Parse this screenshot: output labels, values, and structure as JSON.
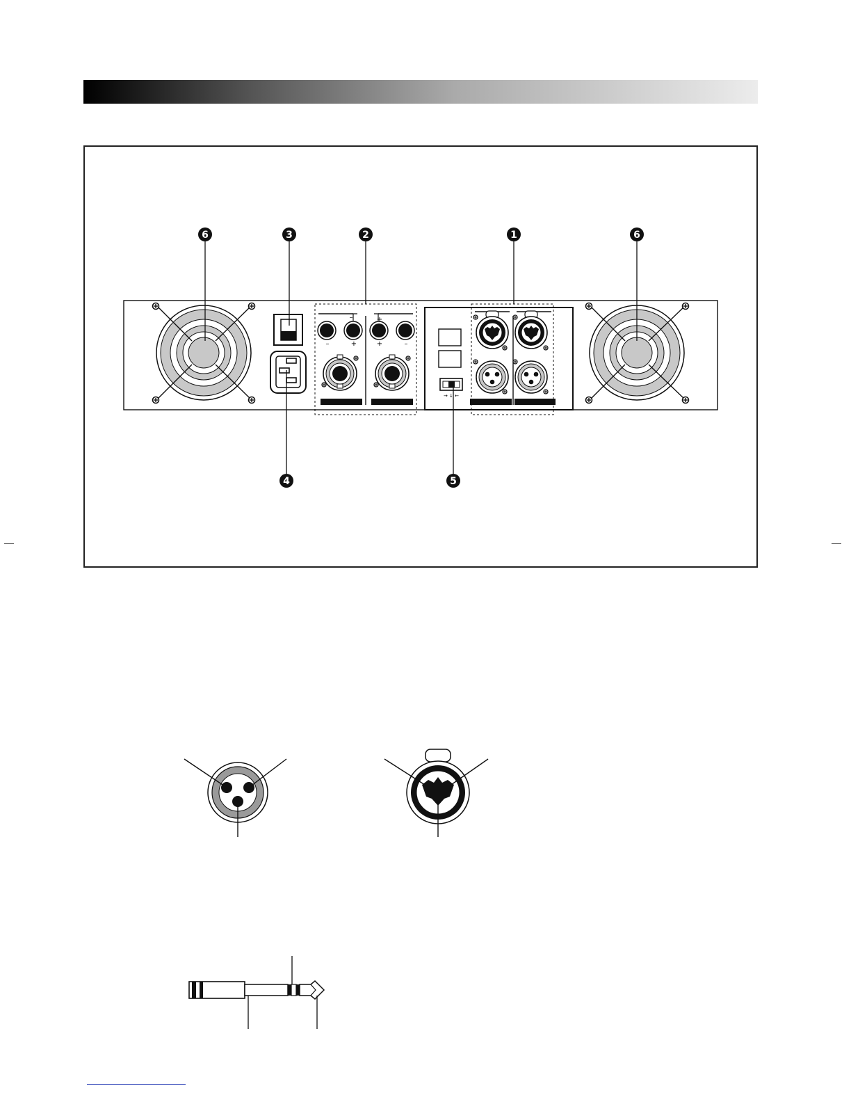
{
  "callouts": {
    "fan_left": "6",
    "power_switch": "3",
    "speaker_outputs": "2",
    "inputs": "1",
    "fan_right": "6",
    "ac_inlet": "4",
    "mode_switch": "5"
  },
  "binding_post_marks": {
    "ch1_neg": "–",
    "ch1_pos": "+",
    "ch2_pos": "+",
    "ch2_neg": "–",
    "bridge_neg": "–",
    "bridge_pos": "+"
  },
  "colors": {
    "ink": "#111111",
    "fan_grey": "#c8c8c8",
    "ring_grey": "#9a9a9a"
  },
  "icons": {
    "fan": "fan-grille-icon",
    "xlr": "xlr-socket-icon",
    "combo": "combo-jack-icon",
    "trs": "trs-plug-icon"
  }
}
